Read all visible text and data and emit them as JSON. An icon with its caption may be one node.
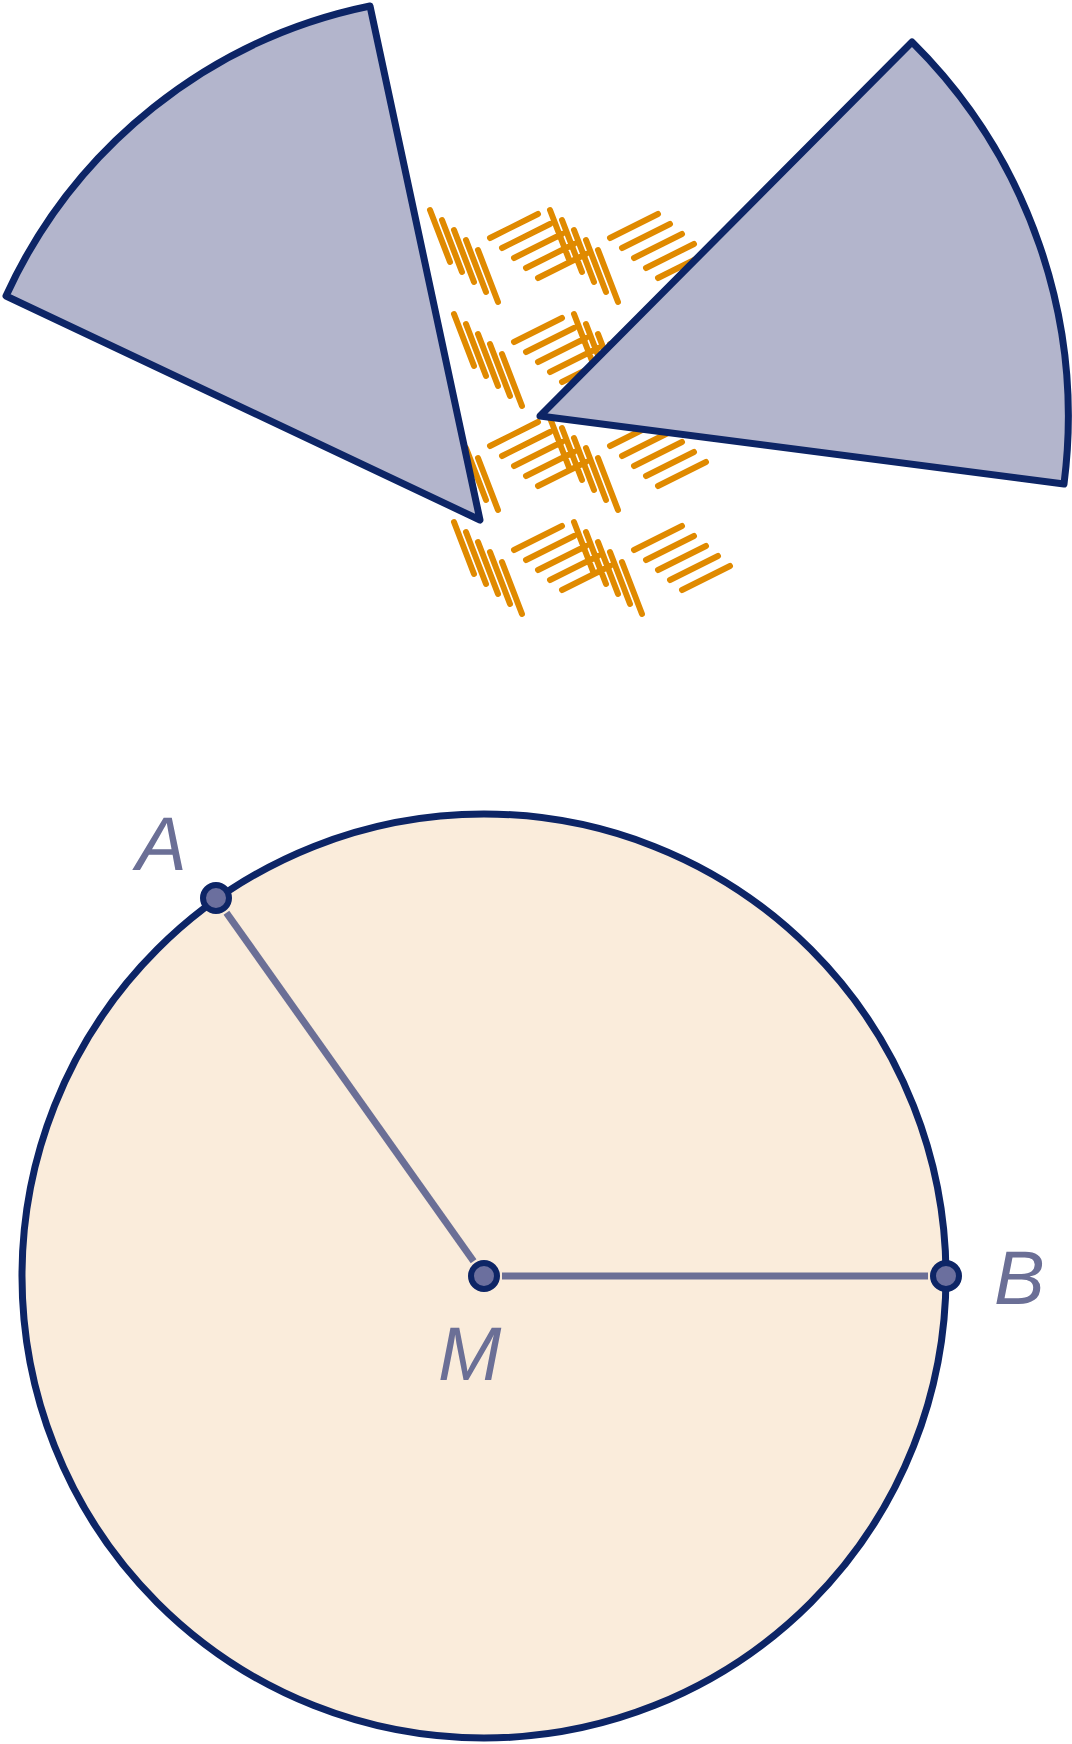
{
  "diagram": {
    "nodes": [
      {
        "text": [
          "A"
        ]
      },
      {
        "text": [
          "M"
        ]
      },
      {
        "text": [
          "B"
        ]
      }
    ],
    "edges": [
      {
        "from": 1,
        "to": 0,
        "arrow": "none"
      },
      {
        "from": 1,
        "to": 2,
        "arrow": "none"
      }
    ]
  }
}
